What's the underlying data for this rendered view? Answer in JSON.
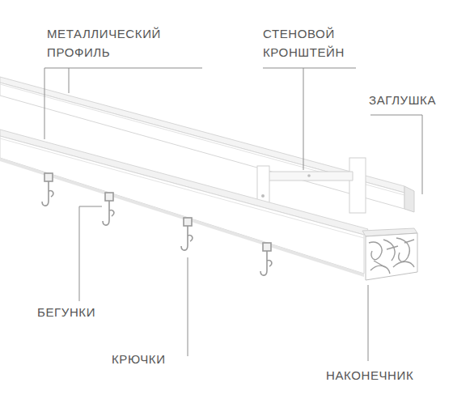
{
  "diagram": {
    "labels": [
      "МЕТАЛЛИЧЕСКИЙ ПРОФИЛЬ",
      "СТЕНОВОЙ КРОНШТЕЙН",
      "ЗАГЛУШКА",
      "БЕГУНКИ",
      "КРЮЧКИ",
      "НАКОНЕЧНИК"
    ]
  }
}
